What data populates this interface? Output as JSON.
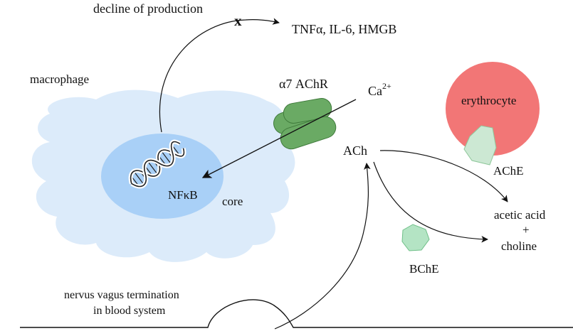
{
  "labels": {
    "decline": "decline of production",
    "x_mark": "x",
    "cytokines": "TNFα, IL-6, HMGB",
    "macrophage": "macrophage",
    "receptor": "α7 AChR",
    "calcium_base": "Ca",
    "calcium_charge": "2+",
    "erythrocyte": "erythrocyte",
    "ach": "ACh",
    "ache": "AChE",
    "nfkb": "NFκB",
    "core": "core",
    "acetic_acid": "acetic acid",
    "plus": "+",
    "choline": "choline",
    "bche": "BChE",
    "vagus_line1": "nervus vagus termination",
    "vagus_line2": "in blood system"
  },
  "colors": {
    "cell_body": "#dcebfa",
    "nucleus": "#a9d0f7",
    "receptor": "#6aaa64",
    "erythrocyte": "#f27676",
    "enzyme": "#cce8d3",
    "bche": "#b4e4c4",
    "line": "#111111"
  },
  "icons": {
    "dna": "dna-helix-icon"
  }
}
